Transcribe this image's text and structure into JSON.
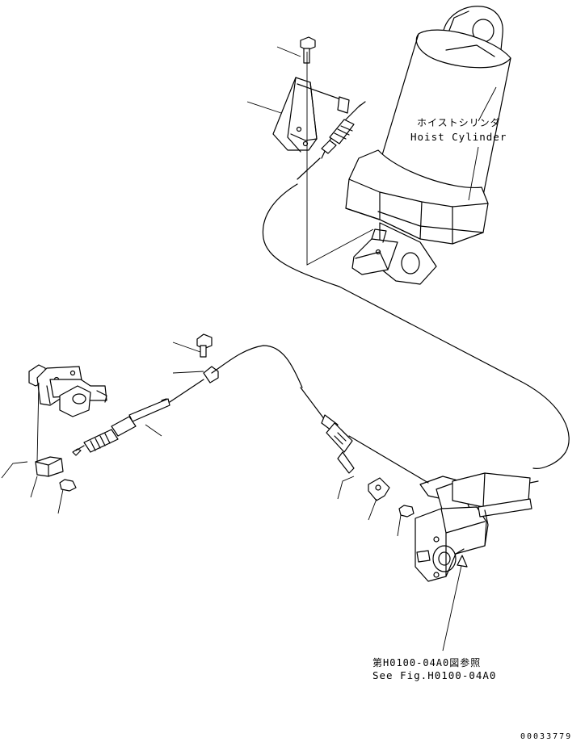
{
  "labels": {
    "hoist_cylinder_jp": "ホイストシリンダ",
    "hoist_cylinder_en": "Hoist Cylinder",
    "figure_ref_jp": "第H0100-04A0図参照",
    "figure_ref_en": "See Fig.H0100-04A0",
    "drawing_code": "00033779"
  },
  "colors": {
    "line": "#000000",
    "background": "#ffffff"
  }
}
